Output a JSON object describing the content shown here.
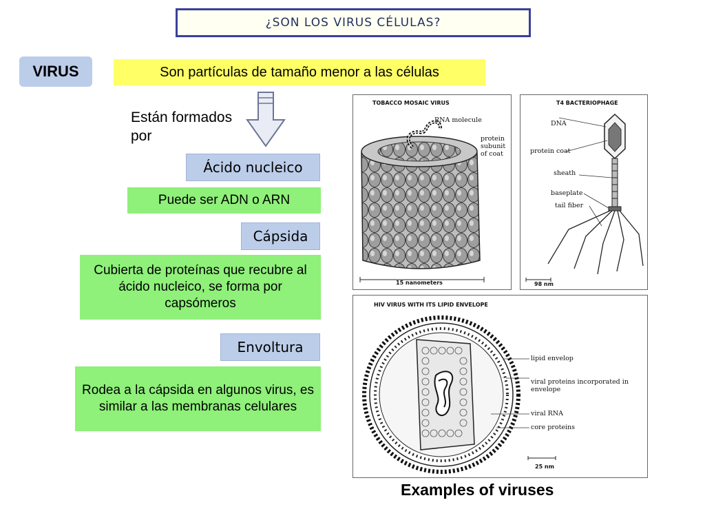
{
  "title": "¿SON LOS VIRUS CÉLULAS?",
  "virus_label": "VIRUS",
  "definition": "Son partículas de tamaño menor a las células",
  "formados": "Están formados por",
  "acido": {
    "label": "Ácido nucleico",
    "desc": "Puede ser ADN o ARN"
  },
  "capsida": {
    "label": "Cápsida",
    "desc": "Cubierta de proteínas que recubre al ácido nucleico, se forma por capsómeros"
  },
  "envoltura": {
    "label": "Envoltura",
    "desc": "Rodea a la cápsida en algunos virus, es similar a las membranas celulares"
  },
  "tmv": {
    "title": "TOBACCO MOSAIC VIRUS",
    "rna": "RNA molecule",
    "protein": "protein subunit of coat",
    "scale": "15 nanometers"
  },
  "t4": {
    "title": "T4 BACTERIOPHAGE",
    "dna": "DNA",
    "coat": "protein coat",
    "sheath": "sheath",
    "baseplate": "baseplate",
    "tail": "tail fiber",
    "scale": "98 nm"
  },
  "hiv": {
    "title": "HIV VIRUS WITH ITS LIPID ENVELOPE",
    "lipid": "lipid envelop",
    "viral_proteins": "viral proteins incorporated in envelope",
    "rna": "viral RNA",
    "core": "core proteins",
    "scale": "25 nm"
  },
  "examples": "Examples of viruses"
}
